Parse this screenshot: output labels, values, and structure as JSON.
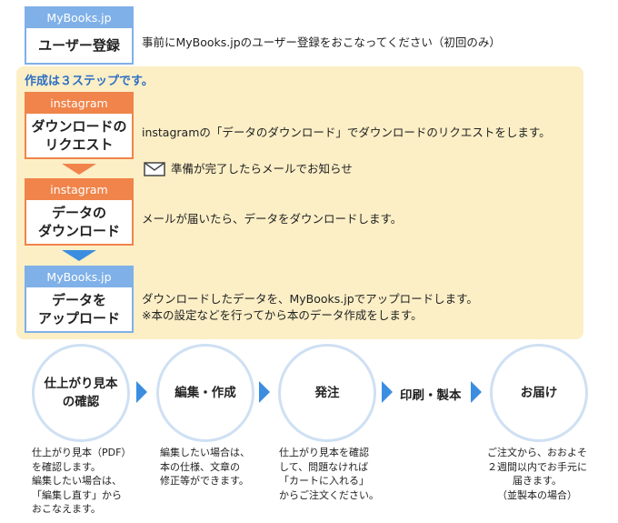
{
  "registration": {
    "badge": "MyBooks.jp",
    "title": "ユーザー登録",
    "description": "事前にMyBooks.jpのユーザー登録をおこなってください（初回のみ）"
  },
  "panel": {
    "title": "作成は３ステップです。",
    "steps": [
      {
        "badge": "instagram",
        "line1": "ダウンロードの",
        "line2": "リクエスト",
        "desc": [
          "instagramの「データのダウンロード」でダウンロードのリクエストをします。"
        ]
      },
      {
        "badge": "instagram",
        "line1": "データの",
        "line2": "ダウンロード",
        "desc": [
          "メールが届いたら、データをダウンロードします。"
        ]
      },
      {
        "badge": "MyBooks.jp",
        "line1": "データを",
        "line2": "アップロード",
        "desc": [
          "ダウンロードしたデータを、MyBooks.jpでアップロードします。",
          "※本の設定などを行ってから本のデータ作成をします。"
        ]
      }
    ],
    "mail_note": "準備が完了したらメールでお知らせ"
  },
  "flow": {
    "stages": [
      {
        "line1": "仕上がり見本",
        "line2": "の確認"
      },
      {
        "line1": "編集・作成",
        "line2": ""
      },
      {
        "line1": "発注",
        "line2": ""
      },
      {
        "line1": "印刷・製本",
        "line2": ""
      },
      {
        "line1": "お届け",
        "line2": ""
      }
    ],
    "notes": [
      [
        "仕上がり見本（PDF）",
        "を確認します。",
        "編集したい場合は、",
        "「編集し直す」から",
        "おこなえます。"
      ],
      [
        "編集したい場合は、",
        "本の仕様、文章の",
        "修正等ができます。"
      ],
      [
        "仕上がり見本を確認",
        "して、問題なければ",
        "「カートに入れる」",
        "からご注文ください。"
      ],
      [
        "ご注文から、おおよそ",
        "２週間以内でお手元に",
        "届きます。",
        "（並製本の場合）"
      ]
    ]
  },
  "colors": {
    "blue": "#7fb0e8",
    "orange": "#f0844a",
    "panel": "#fcefc6",
    "accent": "#3b8de0",
    "title": "#2d6fc4"
  }
}
